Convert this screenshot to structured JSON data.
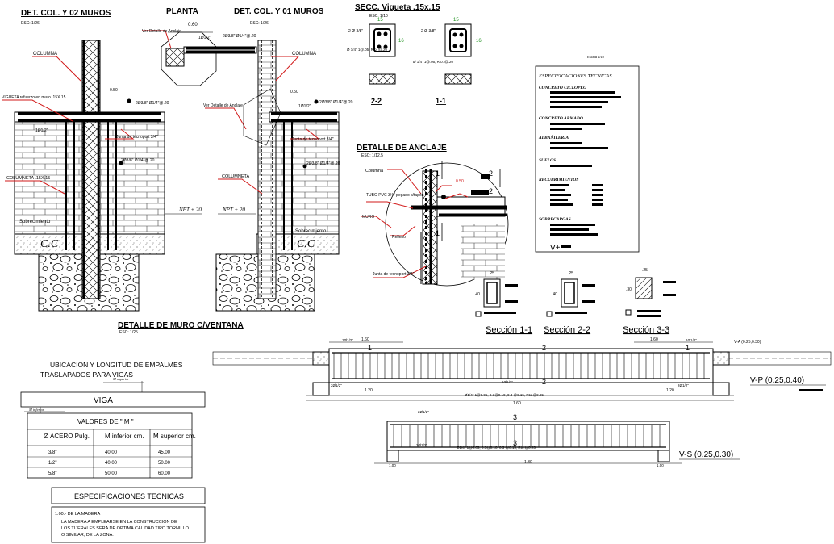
{
  "titles": {
    "col2": "DET. COL. Y 02 MUROS",
    "col2_scale": "ESC: 1/26",
    "planta": "PLANTA",
    "col1": "DET. COL. Y 01 MUROS",
    "col1_scale": "ESC: 1/26",
    "secc": "SECC. Vigueta .15x.15",
    "secc_scale": "ESC: 1/10",
    "anclaje": "DETALLE DE ANCLAJE",
    "anclaje_scale": "ESC: 1/12.5",
    "muro": "DETALLE DE MURO C/VENTANA",
    "muro_scale": "ESC: 1/25"
  },
  "labels": {
    "columna": "COLUMNA",
    "columna_b": "COLUMNA",
    "vigueta": "VIGUETA refuerzo en muro .15X.15",
    "columneta": "COLUMNETA .15X.15",
    "columneta_b": "COLUMNETA",
    "sobrecimiento": "Sobrecimiento",
    "sobrecimiento_b": "Sobrecimiento",
    "junta": "Junta de tecnoport 3/4\"",
    "junta_b": "Junta de tecnoport 3/4\"",
    "ver_detalle": "Ver Detalle de Anclaje",
    "ver_detalle_b": "Ver Detalle de Anclaje",
    "npt": "NPT +.20",
    "npt_b": "NPT +.20",
    "cc": "C.C",
    "cc_b": "C.C",
    "dim_050": "0.50",
    "dim_050_b": "0.50",
    "dim_060": "0.60",
    "bar_1": "1Ø1/2\"",
    "bar_2": "2Ø3/8\" Ø1/4\"@.20",
    "columna_anc": "Columna",
    "tubo": "TUBO PVC 3/4\" pegado c/tapón",
    "muro_anc": "MURO",
    "relleno": "Relleno",
    "junta_anc": "Junta de tecnoport 3/4\"",
    "sec_22": "2-2",
    "sec_11": "1-1",
    "s_a": "2 Ø 3/8\"",
    "s_b": "Ø 1/4\" 1@.05, Rto. @.20",
    "g15": "15",
    "g16": "16",
    "sec_1": "1",
    "sec_2": "2",
    "seccion_11": "Sección 1-1",
    "seccion_22": "Sección 2-2",
    "seccion_33": "Sección 3-3",
    "d25": ".25",
    "d40": ".40",
    "d30": ".30",
    "beam_vp": "V-P (0.25,0.40)",
    "beam_vs": "V-S (0.25,0.30)",
    "beam_va": "V-A (0.25,0.30)",
    "b_1": "1",
    "b_2": "2",
    "b_3": "3",
    "span_160": "1.60",
    "span_120": "1.20",
    "span_180": "1.80",
    "span_100": "1.00",
    "estribo": "Ø1/4\" 1@0.05, 0.3@0.10, 0.3 @0.15, Rto.@0.25",
    "bar_12": "1Ø1/2\"",
    "bar_212": "2Ø1/2\""
  },
  "spec_box": {
    "scale": "Escala 1/10",
    "heading": "ESPECIFICACIONES TECNICAS",
    "items": [
      "CONCRETO CICLOPEO",
      "CONCRETO ARMADO",
      "ALBAÑILERIA",
      "SUELOS",
      "RECUBRIMIENTOS",
      "SOBRECARGAS"
    ],
    "footer": "V+"
  },
  "empalmes": {
    "title_line1": "UBICACION Y LONGITUD DE EMPALMES",
    "title_line2": "TRASLAPADOS PARA VIGAS",
    "m_superior": "M superior",
    "m_inferior": "M inferior",
    "viga": "VIGA",
    "valores": "VALORES DE \" M \"",
    "headers": [
      "Ø ACERO Pulg.",
      "M inferior cm.",
      "M superior cm."
    ],
    "rows": [
      [
        "3/8\"",
        "40.00",
        "45.00"
      ],
      [
        "1/2\"",
        "40.00",
        "50.00"
      ],
      [
        "5/8\"",
        "50.00",
        "60.00"
      ]
    ]
  },
  "espec_bottom": {
    "title": "ESPECIFICACIONES TECNICAS",
    "line1": "1.00.- DE LA MADERA",
    "line2": "LA MADERA A EMPLEARSE EN LA CONSTRUCCION DE",
    "line3": "LOS TIJERALES SERA DE OPTIMA CALIDAD TIPO TORNILLO",
    "line4": "O SIMILAR, DE LA ZONA."
  },
  "colors": {
    "red": "#d21a1a",
    "green": "#1a8f1a",
    "line": "#000000"
  }
}
